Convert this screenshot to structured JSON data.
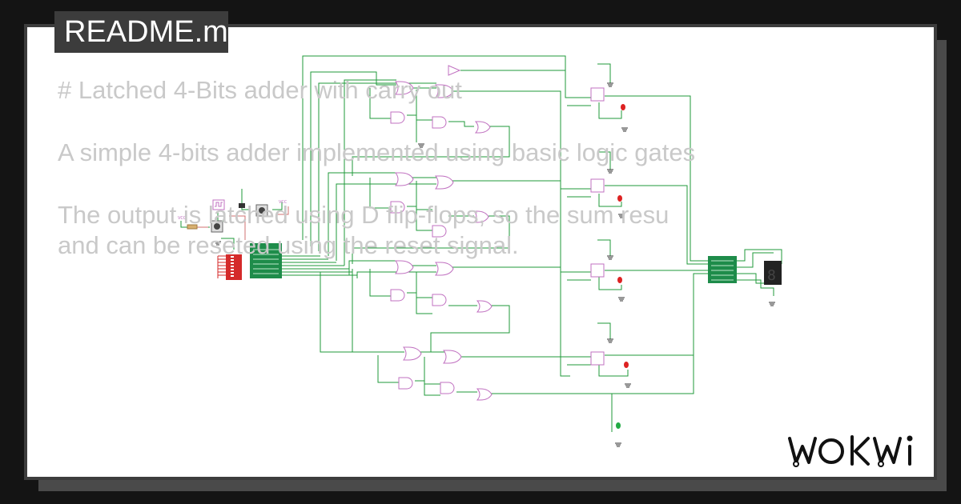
{
  "tab": {
    "label": "README.md"
  },
  "readme": {
    "heading": "# Latched 4-Bits adder with carry out",
    "description": "A simple 4-bits adder implemented using basic logic gates",
    "output_line1": "The output is latched using D flip-flops, so the sum resu",
    "output_line2": "and can be reseted using the reset signal."
  },
  "logo": {
    "text": "WOKWI"
  },
  "colors": {
    "background": "#141414",
    "card": "#ffffff",
    "tab": "#3c3c3c",
    "wire": "#1f9a3a",
    "gate": "#c070c0",
    "led_red": "#dd2222",
    "led_green": "#22aa44",
    "board_green": "#1e8c4a",
    "dip_red": "#d42a2a"
  },
  "icons": [
    "wokwi-logo",
    "led-icon",
    "gate-icon",
    "flip-flop-icon",
    "seven-segment-icon",
    "push-button-icon",
    "dip-switch-icon",
    "ground-icon",
    "vcc-icon"
  ]
}
